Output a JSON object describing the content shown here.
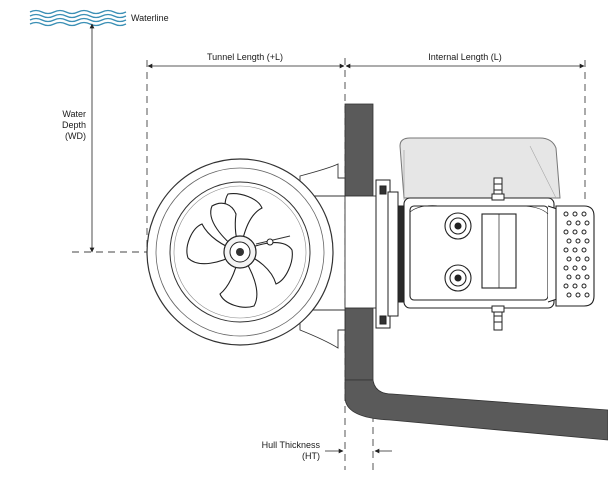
{
  "labels": {
    "waterline": "Waterline",
    "tunnel_length": "Tunnel Length (+L)",
    "internal_length": "Internal Length (L)",
    "water_depth_1": "Water",
    "water_depth_2": "Depth",
    "water_depth_3": "(WD)",
    "hull_thickness_1": "Hull Thickness",
    "hull_thickness_2": "(HT)"
  },
  "colors": {
    "hull": "#5a5a5a",
    "waves": "#3a8fb5",
    "line": "#222222",
    "cover": "#e6e6e6",
    "dashed": "#444444"
  }
}
